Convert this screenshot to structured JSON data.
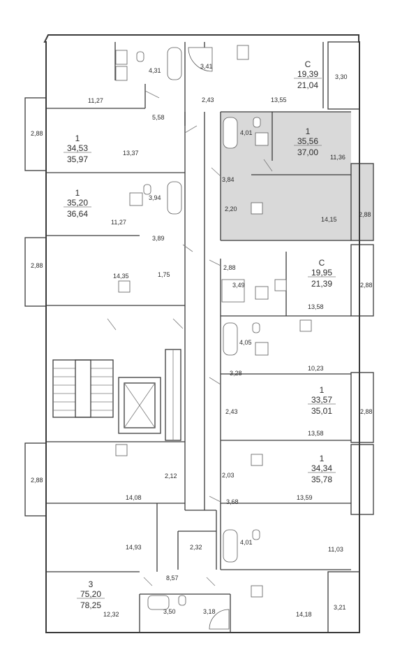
{
  "apartments": [
    {
      "id": "apt-top-right",
      "type": "C",
      "living": "19,39",
      "total": "21,04",
      "highlighted": false
    },
    {
      "id": "apt-left-2",
      "type": "1",
      "living": "34,53",
      "total": "35,97",
      "highlighted": false
    },
    {
      "id": "apt-left-3",
      "type": "1",
      "living": "35,20",
      "total": "36,64",
      "highlighted": false
    },
    {
      "id": "apt-right-2",
      "type": "1",
      "living": "35,56",
      "total": "37,00",
      "highlighted": true
    },
    {
      "id": "apt-right-3",
      "type": "C",
      "living": "19,95",
      "total": "21,39",
      "highlighted": false
    },
    {
      "id": "apt-right-4",
      "type": "1",
      "living": "33,57",
      "total": "35,01",
      "highlighted": false
    },
    {
      "id": "apt-right-5",
      "type": "1",
      "living": "34,34",
      "total": "35,78",
      "highlighted": false
    },
    {
      "id": "apt-bottom-left",
      "type": "3",
      "living": "75,20",
      "total": "78,25",
      "highlighted": false
    }
  ],
  "room_areas": [
    "4,31",
    "3,41",
    "3,30",
    "11,27",
    "2,43",
    "13,55",
    "5,58",
    "2,88",
    "13,37",
    "4,01",
    "11,36",
    "3,84",
    "3,94",
    "11,27",
    "2,20",
    "14,15",
    "2,88",
    "3,89",
    "2,88",
    "14,35",
    "1,75",
    "2,88",
    "3,49",
    "2,88",
    "13,58",
    "4,05",
    "10,23",
    "3,28",
    "2,43",
    "2,88",
    "13,58",
    "2,12",
    "2,03",
    "2,88",
    "14,08",
    "3,68",
    "13,59",
    "4,01",
    "14,93",
    "11,03",
    "2,32",
    "8,57",
    "12,32",
    "3,50",
    "3,18",
    "14,18",
    "3,21"
  ],
  "legend": {
    "highlighted_unit_color": "#d9d9d9",
    "wall_color": "#3a3a3a"
  }
}
